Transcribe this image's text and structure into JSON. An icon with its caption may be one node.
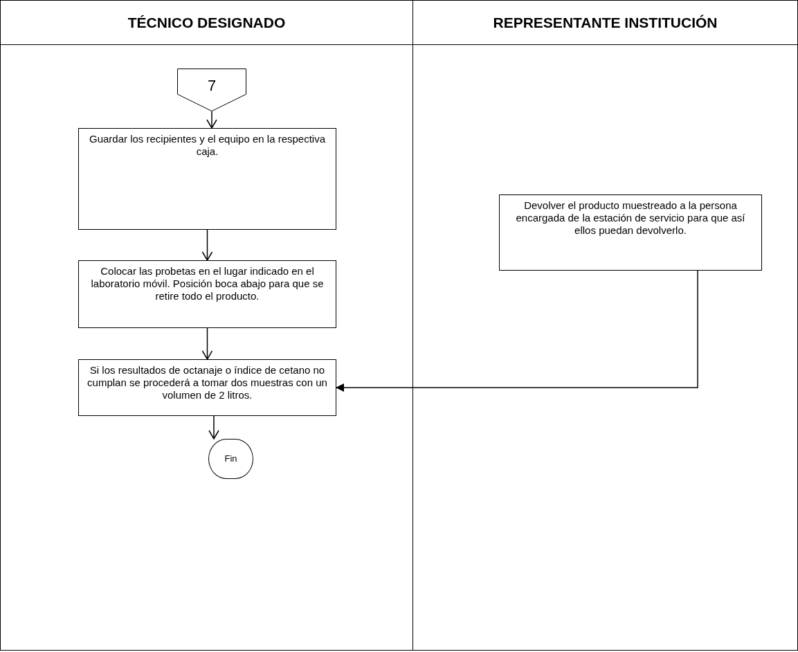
{
  "diagram": {
    "nodes": [
      {
        "text": [
          "TÉCNICO DESIGNADO"
        ]
      },
      {
        "text": [
          "REPRESENTANTE INSTITUCIÓN"
        ]
      },
      {
        "text": [
          "7"
        ],
        "in": 0
      },
      {
        "text": [
          "Guardar los recipientes y el equipo en la respectiva caja."
        ],
        "in": 0
      },
      {
        "text": [
          "Colocar las probetas en el lugar indicado en el laboratorio móvil. Posición boca abajo para que se retire todo el producto."
        ],
        "in": 0
      },
      {
        "text": [
          "Si los resultados de octanaje o índice de cetano no cumplan se procederá a tomar dos muestras con un volumen de 2 litros."
        ],
        "in": 0
      },
      {
        "text": [
          "Fin"
        ],
        "in": 0
      },
      {
        "text": [
          "Devolver el producto muestreado a la persona encargada de la estación de servicio para que así ellos puedan devolverlo."
        ],
        "in": 1
      }
    ],
    "edges": [
      {
        "from": 2,
        "to": 3,
        "arrow": "to"
      },
      {
        "from": 3,
        "to": 4,
        "arrow": "to"
      },
      {
        "from": 4,
        "to": 5,
        "arrow": "to"
      },
      {
        "from": 7,
        "to": 5,
        "arrow": "to"
      },
      {
        "from": 5,
        "to": 6,
        "arrow": "to"
      }
    ]
  }
}
